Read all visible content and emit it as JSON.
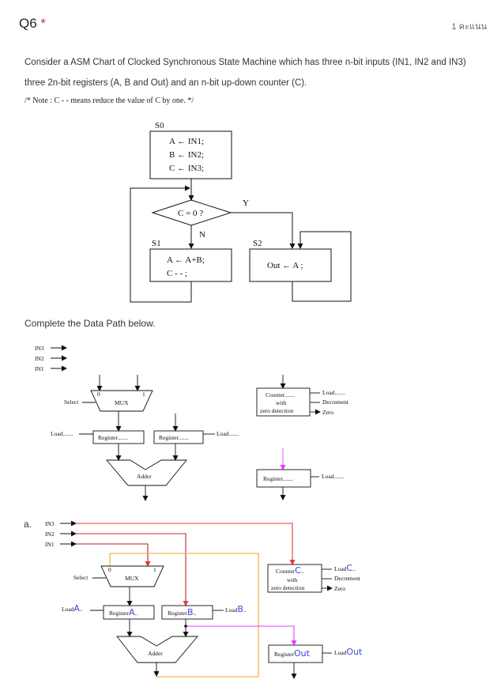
{
  "question": {
    "number": "Q6",
    "required_mark": "*",
    "points": "1 คะแนน",
    "intro_line1": "Consider a ASM Chart of Clocked Synchronous State Machine which has three n-bit inputs (IN1, IN2 and IN3)",
    "intro_line2": "three 2n-bit registers (A, B and Out) and an n-bit up-down counter (C).",
    "note": "/* Note :  C - - means reduce the value of C by one. */",
    "complete_prompt": "Complete the Data Path below."
  },
  "asm_chart": {
    "s0": {
      "name": "S0",
      "ops": [
        "A ← IN1;",
        "B ← IN2;",
        "C ← IN3;"
      ]
    },
    "decision": {
      "condition": "C = 0 ?",
      "yes": "Y",
      "no": "N"
    },
    "s1": {
      "name": "S1",
      "ops": [
        "A ← A+B;",
        "C - - ;"
      ]
    },
    "s2": {
      "name": "S2",
      "ops": [
        "Out ← A ;"
      ]
    }
  },
  "datapath": {
    "inputs": [
      "IN3",
      "IN2",
      "IN1"
    ],
    "mux_label": "MUX",
    "mux_in0": "0",
    "mux_in1": "1",
    "select_label": "Select",
    "load_a": "Load.......",
    "load_b": "Load.......",
    "reg_a": "Register.......",
    "reg_b": "Register.......",
    "adder": "Adder",
    "counter_lines": [
      "Counter.......",
      "with",
      "zero detection"
    ],
    "counter_load": "Load.......",
    "counter_dec": "Decrement",
    "counter_zero": "Zero",
    "reg_out": "Register.......",
    "reg_out_load": "Load......."
  },
  "answer": {
    "option_label": "a.",
    "inputs": [
      "IN3",
      "IN2",
      "IN1"
    ],
    "mux_label": "MUX",
    "mux_in0": "0",
    "mux_in1": "1",
    "select_label": "Select",
    "load_a_prefix": "Load",
    "load_a_fill": "A",
    "load_a_suffix": "..",
    "reg_a_prefix": "Register",
    "reg_a_fill": "A",
    "reg_a_suffix": "..",
    "reg_b_prefix": "Register",
    "reg_b_fill": "B",
    "reg_b_suffix": "..",
    "load_b_prefix": "Load",
    "load_b_fill": "B",
    "load_b_suffix": "..",
    "adder": "Adder",
    "counter_prefix": "Counter",
    "counter_fill": "C",
    "counter_suffix": "..",
    "counter_with": "with",
    "counter_zd": "zero detection",
    "counter_load_prefix": "Load",
    "counter_load_fill": "C",
    "counter_load_suffix": "..",
    "counter_dec": "Decrement",
    "counter_zero": "Zero",
    "reg_out_prefix": "Register",
    "reg_out_fill": "Out",
    "reg_out_load_prefix": "Load",
    "reg_out_load_fill": "Out"
  },
  "colors": {
    "wire_in3": "#e53935",
    "wire_in2": "#c62828",
    "wire_in1": "#b71c1c",
    "wire_feedback": "#f5a623",
    "wire_out": "#e040fb",
    "handwriting": "#3a46d8"
  }
}
